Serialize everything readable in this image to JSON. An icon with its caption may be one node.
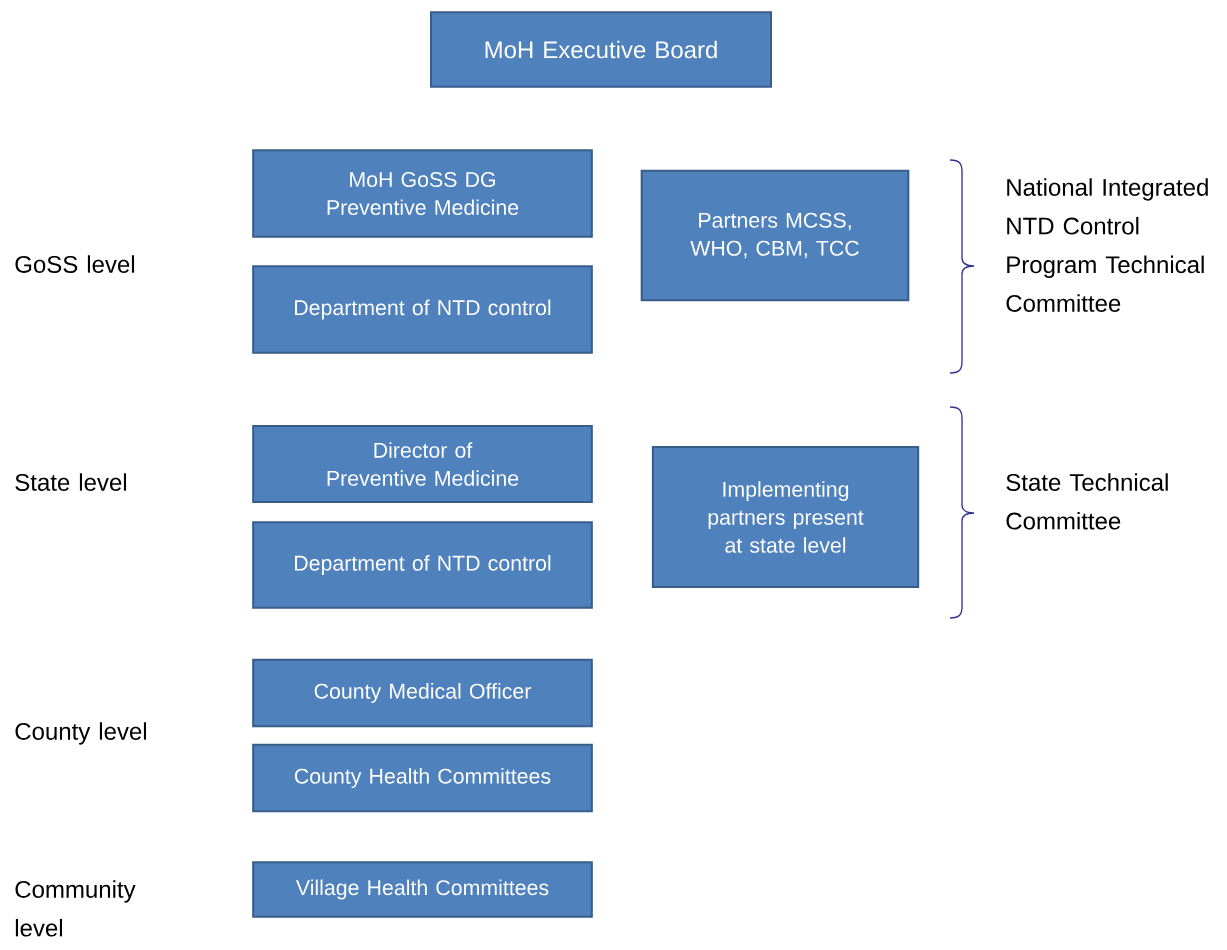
{
  "diagram": {
    "nodes": [
      {
        "text": [
          "MoH Executive Board"
        ]
      },
      {
        "text": [
          "MoH GoSS DG Preventive Medicine"
        ]
      },
      {
        "text": [
          "Department of NTD control"
        ]
      },
      {
        "text": [
          "Partners MCSS, WHO, CBM, TCC"
        ]
      },
      {
        "text": [
          "Director of Preventive Medicine"
        ]
      },
      {
        "text": [
          "Department of NTD control"
        ]
      },
      {
        "text": [
          "Implementing partners present at state level"
        ]
      },
      {
        "text": [
          "County Medical Officer"
        ]
      },
      {
        "text": [
          "County Health Committees"
        ]
      },
      {
        "text": [
          "Village Health Committees"
        ]
      }
    ],
    "labels": [
      "National Integrated NTD Control Program Technical Committee",
      "GoSS level",
      "State level",
      "State Technical Committee",
      "County level",
      "Community level"
    ]
  }
}
